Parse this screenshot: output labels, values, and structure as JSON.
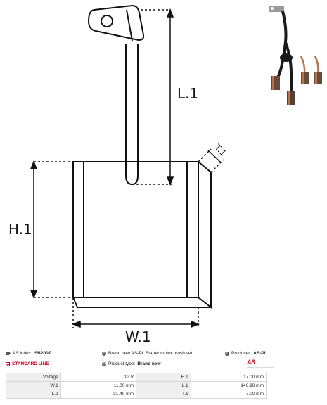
{
  "drawing": {
    "labels": {
      "l1": "L.1",
      "h1": "H.1",
      "w1": "W.1",
      "t1": "T.1"
    }
  },
  "info": {
    "as_index_label": "AS index:",
    "as_index_value": "SB2007",
    "standard_line": "STANDARD LINE",
    "description": "Brand new AS-PL Starter motor brush set",
    "product_type_label": "Product type:",
    "product_type_value": "Brand new",
    "producer_label": "Producer:",
    "producer_value": "AS-PL",
    "logo_text": "AS",
    "logo_subtext": "ARTICLES, ENGINE & PART"
  },
  "specs": [
    {
      "k1": "Voltage",
      "v1": "12 V",
      "k2": "H.1",
      "v2": "17.00 mm"
    },
    {
      "k1": "W.1",
      "v1": "11.00 mm",
      "k2": "L.1",
      "v2": "146.90 mm"
    },
    {
      "k1": "L.2",
      "v1": "31.40 mm",
      "k2": "T.1",
      "v2": "7.00 mm"
    }
  ],
  "colors": {
    "accent": "#d0021b",
    "line": "#111111",
    "copper": "#b8734a"
  }
}
